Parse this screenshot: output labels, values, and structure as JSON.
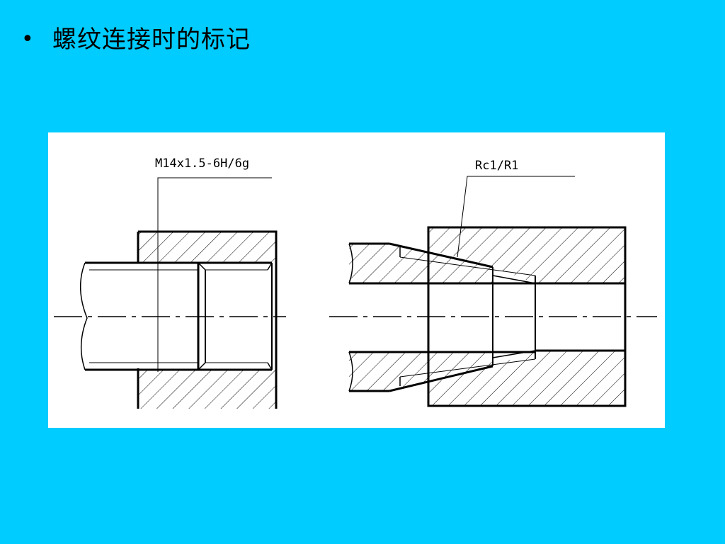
{
  "slide": {
    "bullet": "•",
    "title": "螺纹连接时的标记"
  },
  "drawing": {
    "left_callout": "M14x1.5-6H/6g",
    "right_callout": "Rc1/R1"
  },
  "colors": {
    "background": "#00CCFF",
    "panel": "#FFFFFF",
    "ink": "#000000"
  }
}
